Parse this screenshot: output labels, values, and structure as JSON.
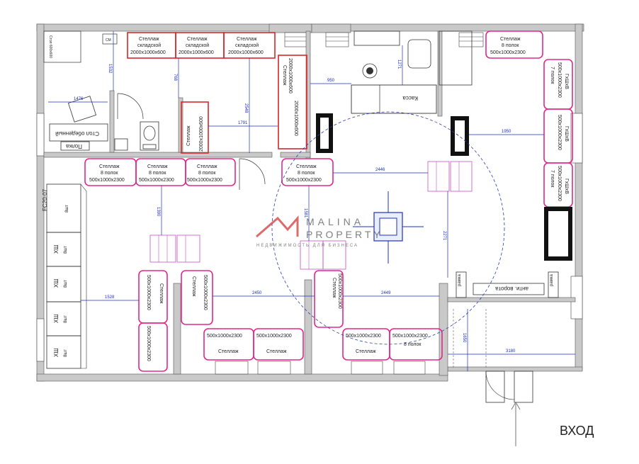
{
  "entrance_label": "ВХОД",
  "watermark": {
    "line1": "MALINA",
    "line2": "PROPERTY",
    "tagline": "НЕДВИЖИМОСТЬ ДЛЯ БИЗНЕСА"
  },
  "rooms": {
    "cashier_label": "Касса",
    "table_label": "Стол обеденный",
    "shelf_small": "Полка",
    "frame_label": "рамка",
    "anti_theft": "анти. ворота",
    "sm_small": "СМ"
  },
  "racks": {
    "warehouse_title": "Стеллаж",
    "warehouse_sub": "складской",
    "warehouse_size": "2000x1000x600",
    "shelf_title": "Стеллаж",
    "shelf_sub": "8 полок",
    "shelf_size": "500x1000x2300",
    "seven_title": "7 полок",
    "seven_size": "500x1000x2300",
    "seven_dim": "ГхШхВ"
  },
  "equipment": {
    "fc_label": "FC20-07",
    "fc_sub": "8шт",
    "fridge_label": "ХШ",
    "fridge_sub": "8шт",
    "top_left_block": "Стол 600х600"
  },
  "dimensions": [
    "1532",
    "768",
    "1476",
    "2548",
    "1791",
    "950",
    "1271",
    "1950",
    "2446",
    "1390",
    "1581",
    "2271",
    "1528",
    "2450",
    "2449",
    "1650",
    "3180"
  ]
}
